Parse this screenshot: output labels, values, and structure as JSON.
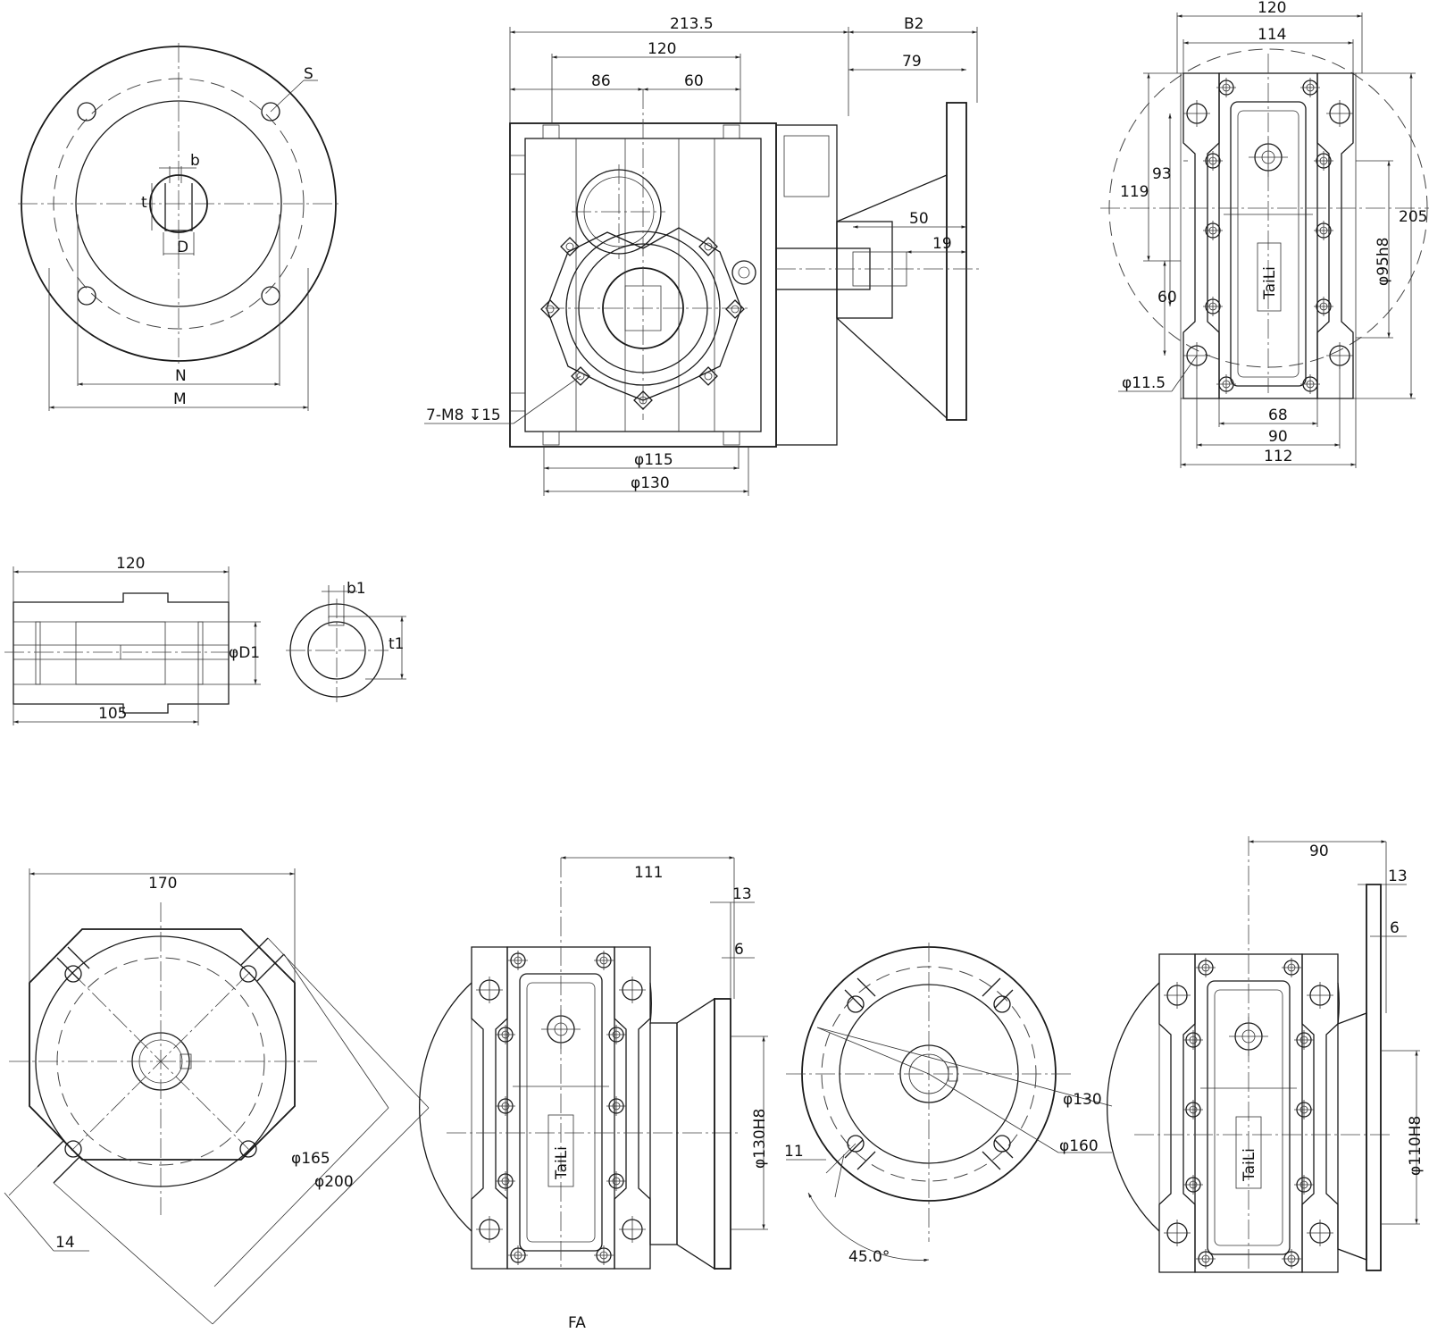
{
  "top_left": {
    "S": "S",
    "b": "b",
    "t": "t",
    "D": "D",
    "N": "N",
    "M": "M"
  },
  "front_view": {
    "d_213_5": "213.5",
    "B2": "B2",
    "d_120": "120",
    "d_86": "86",
    "d_60": "60",
    "d_79": "79",
    "d_50": "50",
    "d_19": "19",
    "thread": "7-M8",
    "thread_depth": "15",
    "phi115": "φ115",
    "phi130": "φ130"
  },
  "top_right": {
    "d_120": "120",
    "d_114": "114",
    "d_93": "93",
    "d_119": "119",
    "d_60": "60",
    "d_205": "205",
    "phi95h8": "φ95h8",
    "phi11_5": "φ11.5",
    "d_68": "68",
    "d_90": "90",
    "d_112": "112",
    "brand": "TaiLi"
  },
  "shaft": {
    "d_120": "120",
    "phiD1": "φD1",
    "d_105": "105",
    "b1": "b1",
    "t1": "t1"
  },
  "flange_left": {
    "d_170": "170",
    "phi165": "φ165",
    "phi200": "φ200",
    "d_14": "14"
  },
  "fa_view": {
    "d_111": "111",
    "d_13": "13",
    "d_6": "6",
    "phi130H8": "φ130H8",
    "brand": "TaiLi",
    "caption": "FA"
  },
  "round_flange": {
    "phi130": "φ130",
    "phi160": "φ160",
    "d_11": "11",
    "angle": "45.0°"
  },
  "bottom_right": {
    "d_90": "90",
    "d_13": "13",
    "d_6": "6",
    "phi110H8": "φ110H8",
    "brand": "TaiLi"
  }
}
